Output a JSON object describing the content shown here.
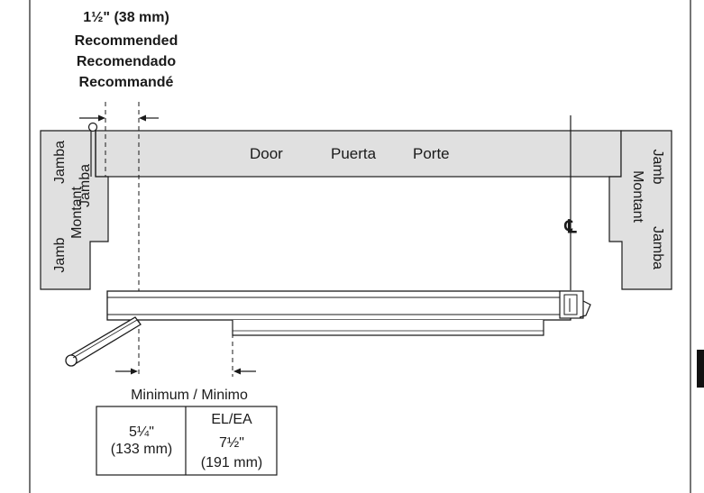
{
  "recommended": {
    "dimension": "1½\" (38 mm)",
    "en": "Recommended",
    "es": "Recomendado",
    "fr": "Recommandé"
  },
  "door": {
    "en": "Door",
    "es": "Puerta",
    "fr": "Porte"
  },
  "left_jamb": {
    "outer": "Jamb",
    "outer_top": "Jamba",
    "inner": "Montant"
  },
  "right_jamb": {
    "top": "Jamb",
    "middle": "Montant",
    "bottom": "Jamba"
  },
  "centerline_symbol": "℄",
  "minimum": {
    "label": "Minimum / Minimo",
    "left_value": "5¼\"",
    "left_metric": "(133 mm)",
    "right_model": "EL/EA",
    "right_value": "7½\"",
    "right_metric": "(191 mm)"
  },
  "colors": {
    "fill": "#e0e0e0",
    "line": "#1a1a1a",
    "side_tab": "#111111"
  }
}
